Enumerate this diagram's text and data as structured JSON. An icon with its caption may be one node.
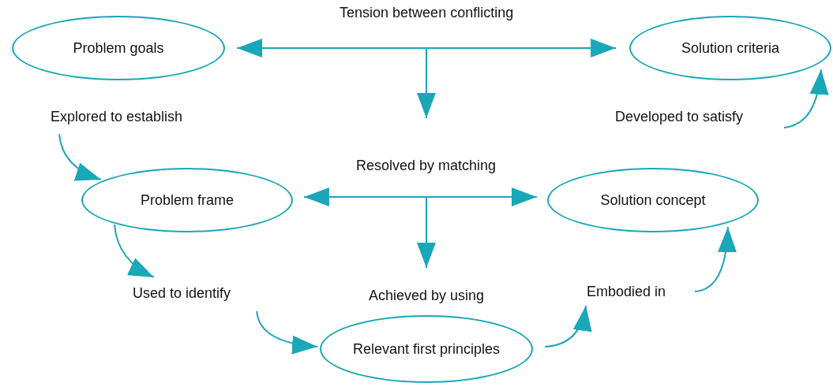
{
  "diagram": {
    "nodes": [
      {
        "text": [
          "Problem goals"
        ]
      },
      {
        "text": [
          "Solution criteria"
        ]
      },
      {
        "text": [
          "Explored to establish"
        ]
      },
      {
        "text": [
          "Developed to satisfy"
        ]
      },
      {
        "text": [
          "Resolved by matching"
        ]
      },
      {
        "text": [
          "Problem frame"
        ]
      },
      {
        "text": [
          "Solution concept"
        ]
      },
      {
        "text": [
          "Used to identify"
        ]
      },
      {
        "text": [
          "Achieved by using"
        ]
      },
      {
        "text": [
          "Embodied in"
        ]
      },
      {
        "text": [
          "Relevant first principles"
        ]
      }
    ],
    "edges": [
      {
        "from": 0,
        "to": 1,
        "arrow": "both",
        "label": "Tension between conflicting"
      },
      {
        "from": null,
        "to": 4,
        "arrow": "to"
      },
      {
        "from": 5,
        "to": 6,
        "arrow": "both"
      },
      {
        "from": null,
        "to": 8,
        "arrow": "to"
      },
      {
        "from": 2,
        "to": 5,
        "arrow": "to"
      },
      {
        "from": 5,
        "to": 7,
        "arrow": "to"
      },
      {
        "from": 7,
        "to": 10,
        "arrow": "to"
      },
      {
        "from": 10,
        "to": 9,
        "arrow": "to"
      },
      {
        "from": 9,
        "to": 6,
        "arrow": "to"
      },
      {
        "from": 3,
        "to": 1,
        "arrow": "to"
      }
    ]
  }
}
